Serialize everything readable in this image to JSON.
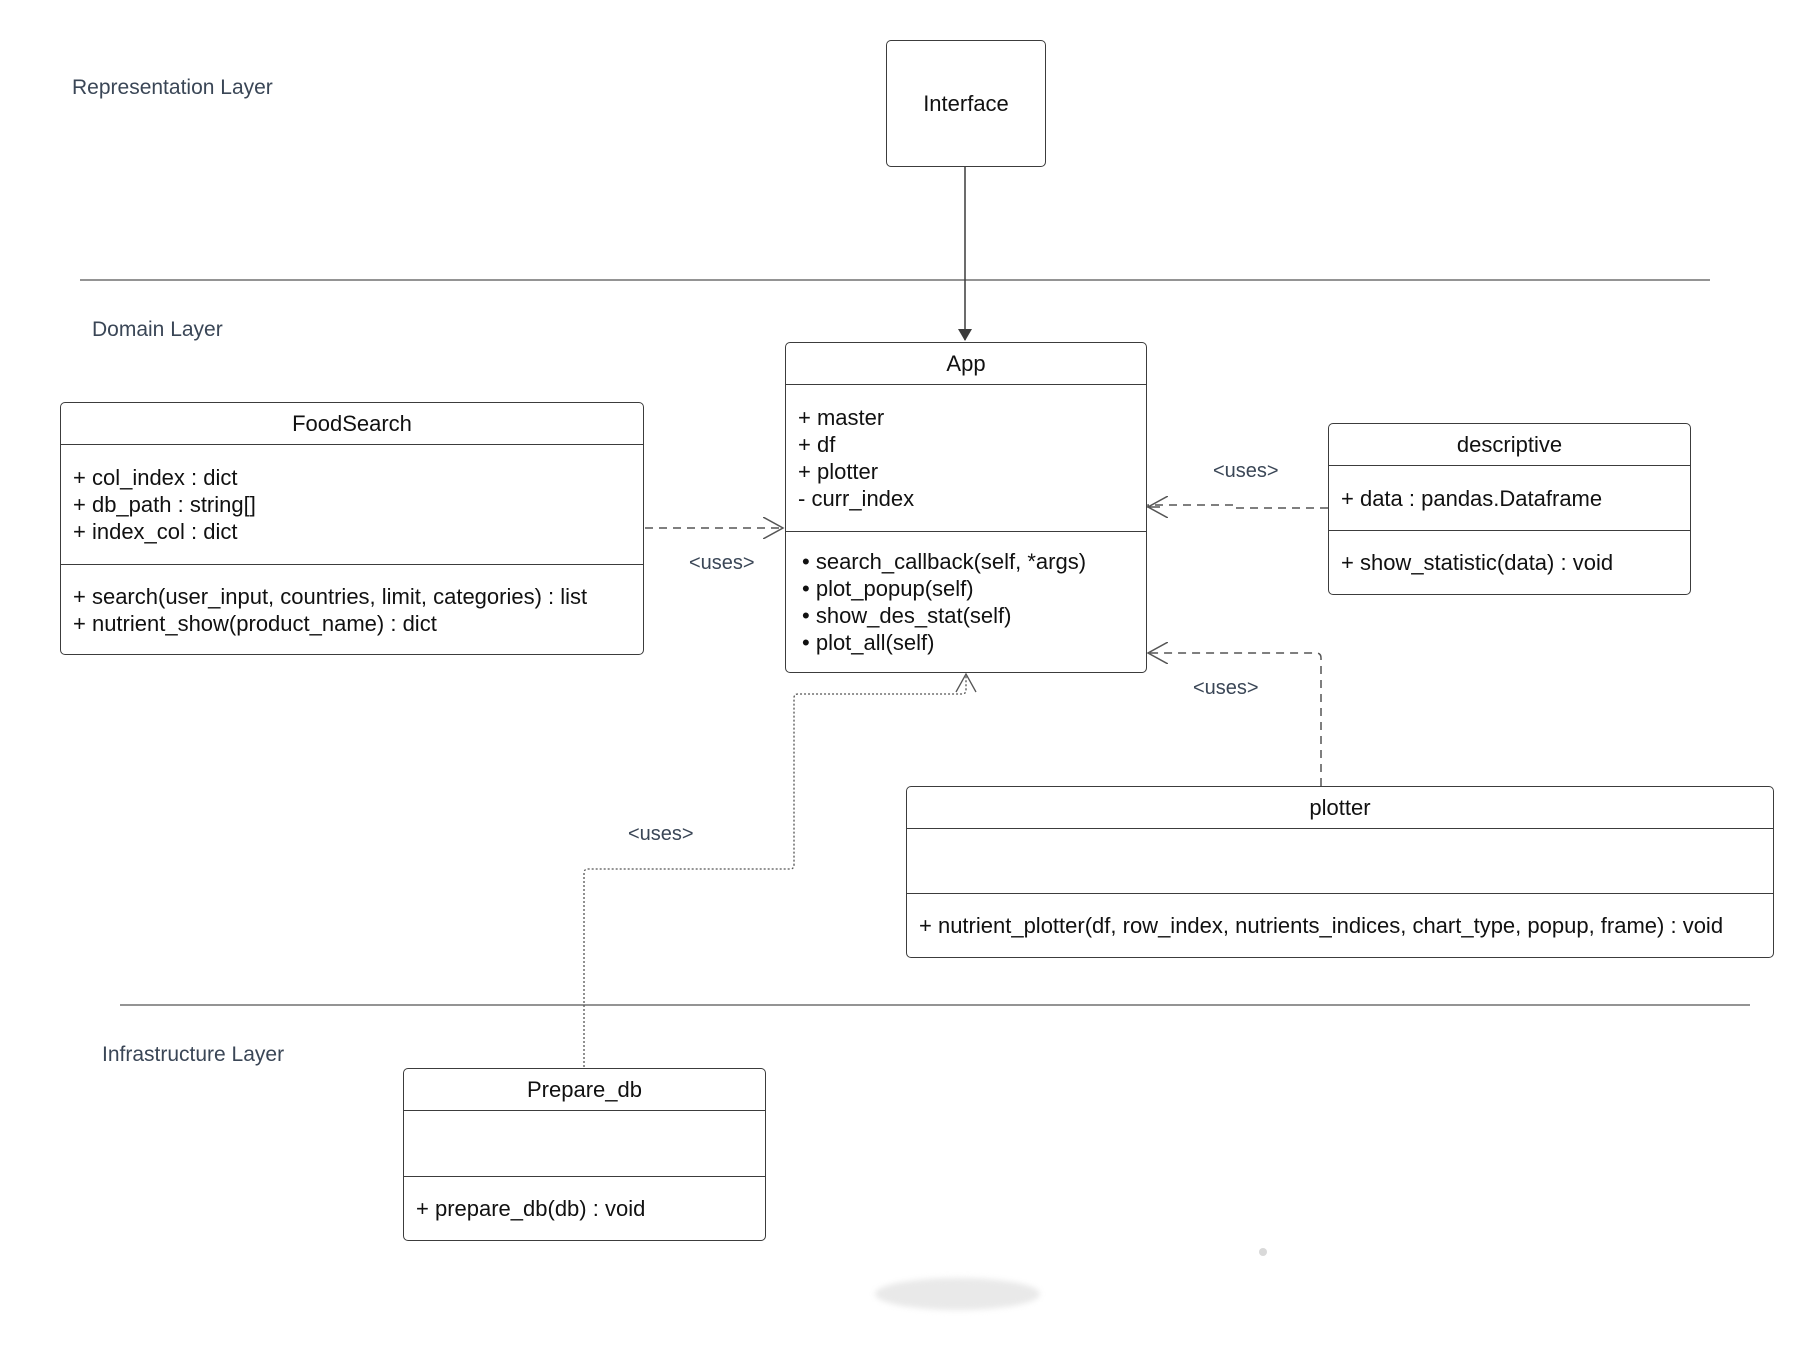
{
  "layers": {
    "representation": "Representation  Layer",
    "domain": "Domain Layer",
    "infrastructure": "Infrastructure  Layer"
  },
  "interface": {
    "name": "Interface"
  },
  "app": {
    "name": "App",
    "attributes": [
      "+ master",
      "+ df",
      "+ plotter",
      "- curr_index"
    ],
    "methods": [
      "search_callback(self, *args)",
      "plot_popup(self)",
      "show_des_stat(self)",
      "plot_all(self)"
    ]
  },
  "foodsearch": {
    "name": "FoodSearch",
    "attributes": [
      "+ col_index : dict",
      "+ db_path : string[]",
      "+ index_col : dict"
    ],
    "methods": [
      "+ search(user_input, countries, limit, categories) : list",
      "+ nutrient_show(product_name) : dict"
    ]
  },
  "descriptive": {
    "name": "descriptive",
    "attributes": [
      "+ data : pandas.Dataframe"
    ],
    "methods": [
      "+ show_statistic(data) : void"
    ]
  },
  "plotter": {
    "name": "plotter",
    "attributes": [],
    "methods": [
      "+ nutrient_plotter(df, row_index, nutrients_indices, chart_type, popup, frame) : void"
    ]
  },
  "prepare_db": {
    "name": "Prepare_db",
    "attributes": [],
    "methods": [
      "+ prepare_db(db) : void"
    ]
  },
  "relations": {
    "foodsearch_uses": "<uses>",
    "descriptive_uses": "<uses>",
    "plotter_uses": "<uses>",
    "prepare_db_uses": "<uses>"
  },
  "colors": {
    "line": "#3c3c3c",
    "label": "#3a4656"
  }
}
